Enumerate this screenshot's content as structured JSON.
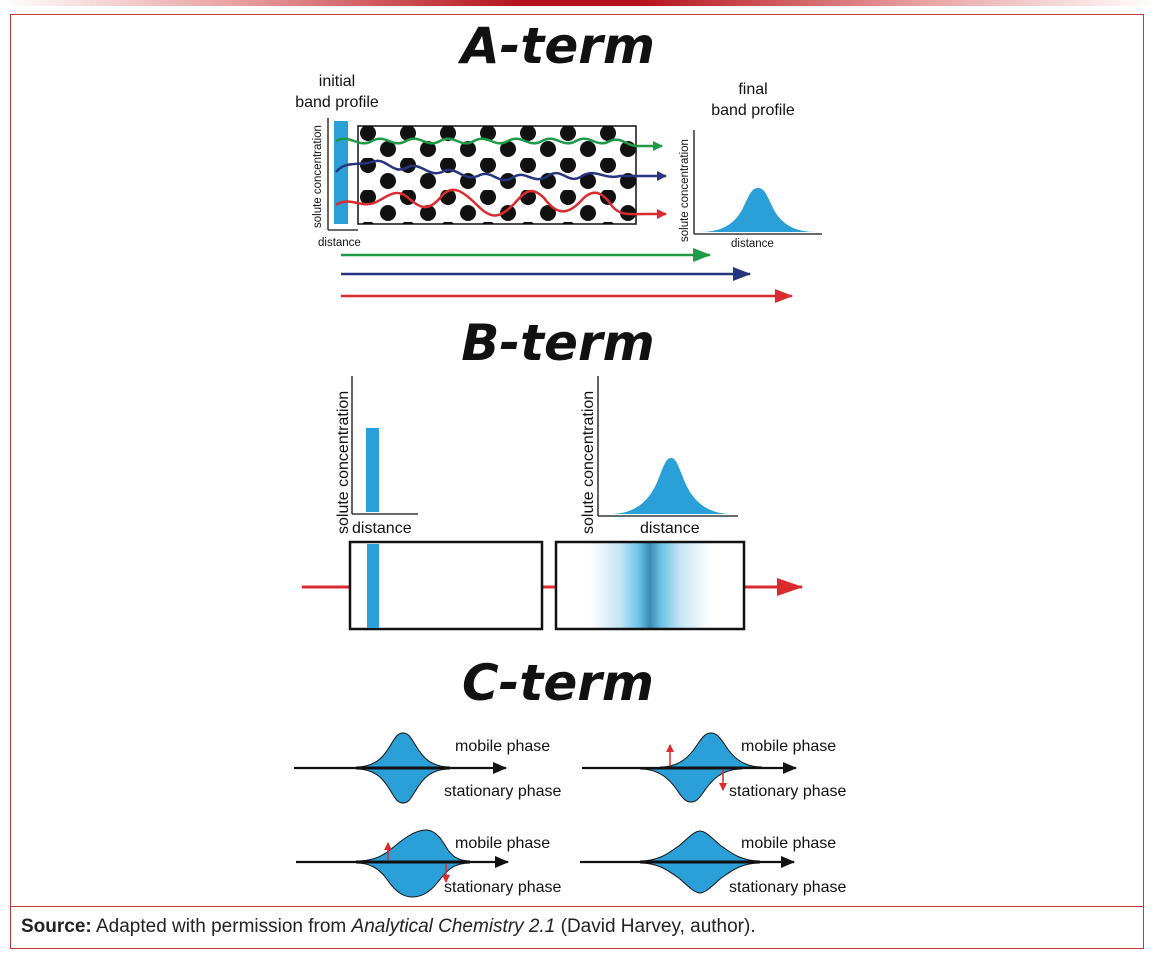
{
  "a_term": {
    "title": "A-term",
    "initial_label_line1": "initial",
    "initial_label_line2": "band profile",
    "final_label_line1": "final",
    "final_label_line2": "band profile",
    "left_ylabel": "solute concentration",
    "left_xlabel": "distance",
    "right_ylabel": "solute concentration",
    "right_xlabel": "distance",
    "path_colors": [
      "#1f9a45",
      "#27347f",
      "#dc2b2f"
    ]
  },
  "b_term": {
    "title": "B-term",
    "left_ylabel": "solute concentration",
    "left_xlabel": "distance",
    "right_ylabel": "solute concentration",
    "right_xlabel": "distance",
    "band_color": "#2b9fd8",
    "flow_color": "#dc2b2f"
  },
  "c_term": {
    "title": "C-term",
    "panels": [
      {
        "mobile": "mobile phase",
        "stationary": "stationary phase"
      },
      {
        "mobile": "mobile phase",
        "stationary": "stationary phase"
      },
      {
        "mobile": "mobile phase",
        "stationary": "stationary phase"
      },
      {
        "mobile": "mobile phase",
        "stationary": "stationary phase"
      }
    ]
  },
  "source": {
    "label": "Source:",
    "text_before": " Adapted with permission from ",
    "book": "Analytical Chemistry 2.1",
    "text_after": " (David Harvey, author)."
  }
}
